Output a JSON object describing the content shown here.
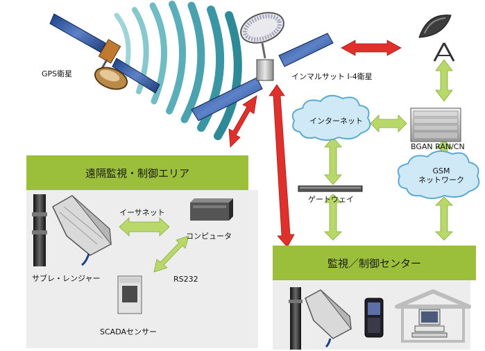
{
  "labels": {
    "gps_satellite": "GPS衛星",
    "inmarsat_satellite": "インマルサット I-4衛星",
    "internet": "インターネット",
    "bgan": "BGAN RAN/CN",
    "gsm_line1": "GSM",
    "gsm_line2": "ネットワーク",
    "gateway": "ゲートウェイ",
    "remote_area": "遠隔監視・制御エリア",
    "ethernet": "イーサネット",
    "computer": "コンピュータ",
    "rs232": "RS232",
    "subreranger": "サブレ・レンジャー",
    "scada_sensor": "SCADAセンサー",
    "control_center": "監視／制御センター"
  },
  "colors": {
    "banner_green": "#9bbf3a",
    "panel_gray": "#ededed",
    "arrow_red": "#e0302b",
    "arrow_green": "#b8d96a",
    "cloud_blue": "#cfeaf6",
    "wave_teal": "#4aa6b0"
  },
  "icons": [
    "gps-satellite-icon",
    "inmarsat-satellite-icon",
    "satellite-dish-icon",
    "bgan-rack-icon",
    "internet-cloud-icon",
    "gsm-cloud-icon",
    "gateway-device-icon",
    "terminal-on-pole-icon",
    "computer-box-icon",
    "scada-sensor-icon",
    "mobile-phone-icon",
    "house-computer-icon"
  ]
}
